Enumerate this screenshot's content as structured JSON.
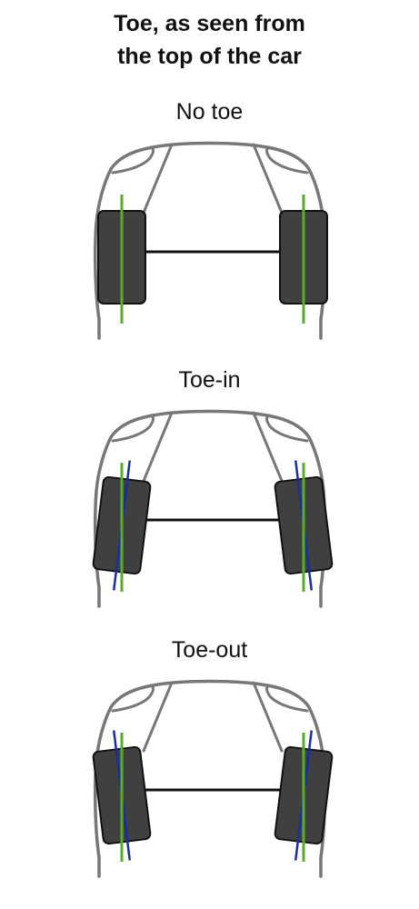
{
  "title": {
    "line1": "Toe, as seen from",
    "line2": "the top of the car"
  },
  "panels": [
    {
      "label": "No toe",
      "toe": "none"
    },
    {
      "label": "Toe-in",
      "toe": "in"
    },
    {
      "label": "Toe-out",
      "toe": "out"
    }
  ],
  "colors": {
    "car_outline": "#777777",
    "tire_fill": "#404040",
    "tire_stroke": "#111111",
    "axle": "#111111",
    "reference_line": "#5aab32",
    "actual_direction_line": "#1a2ea0"
  }
}
